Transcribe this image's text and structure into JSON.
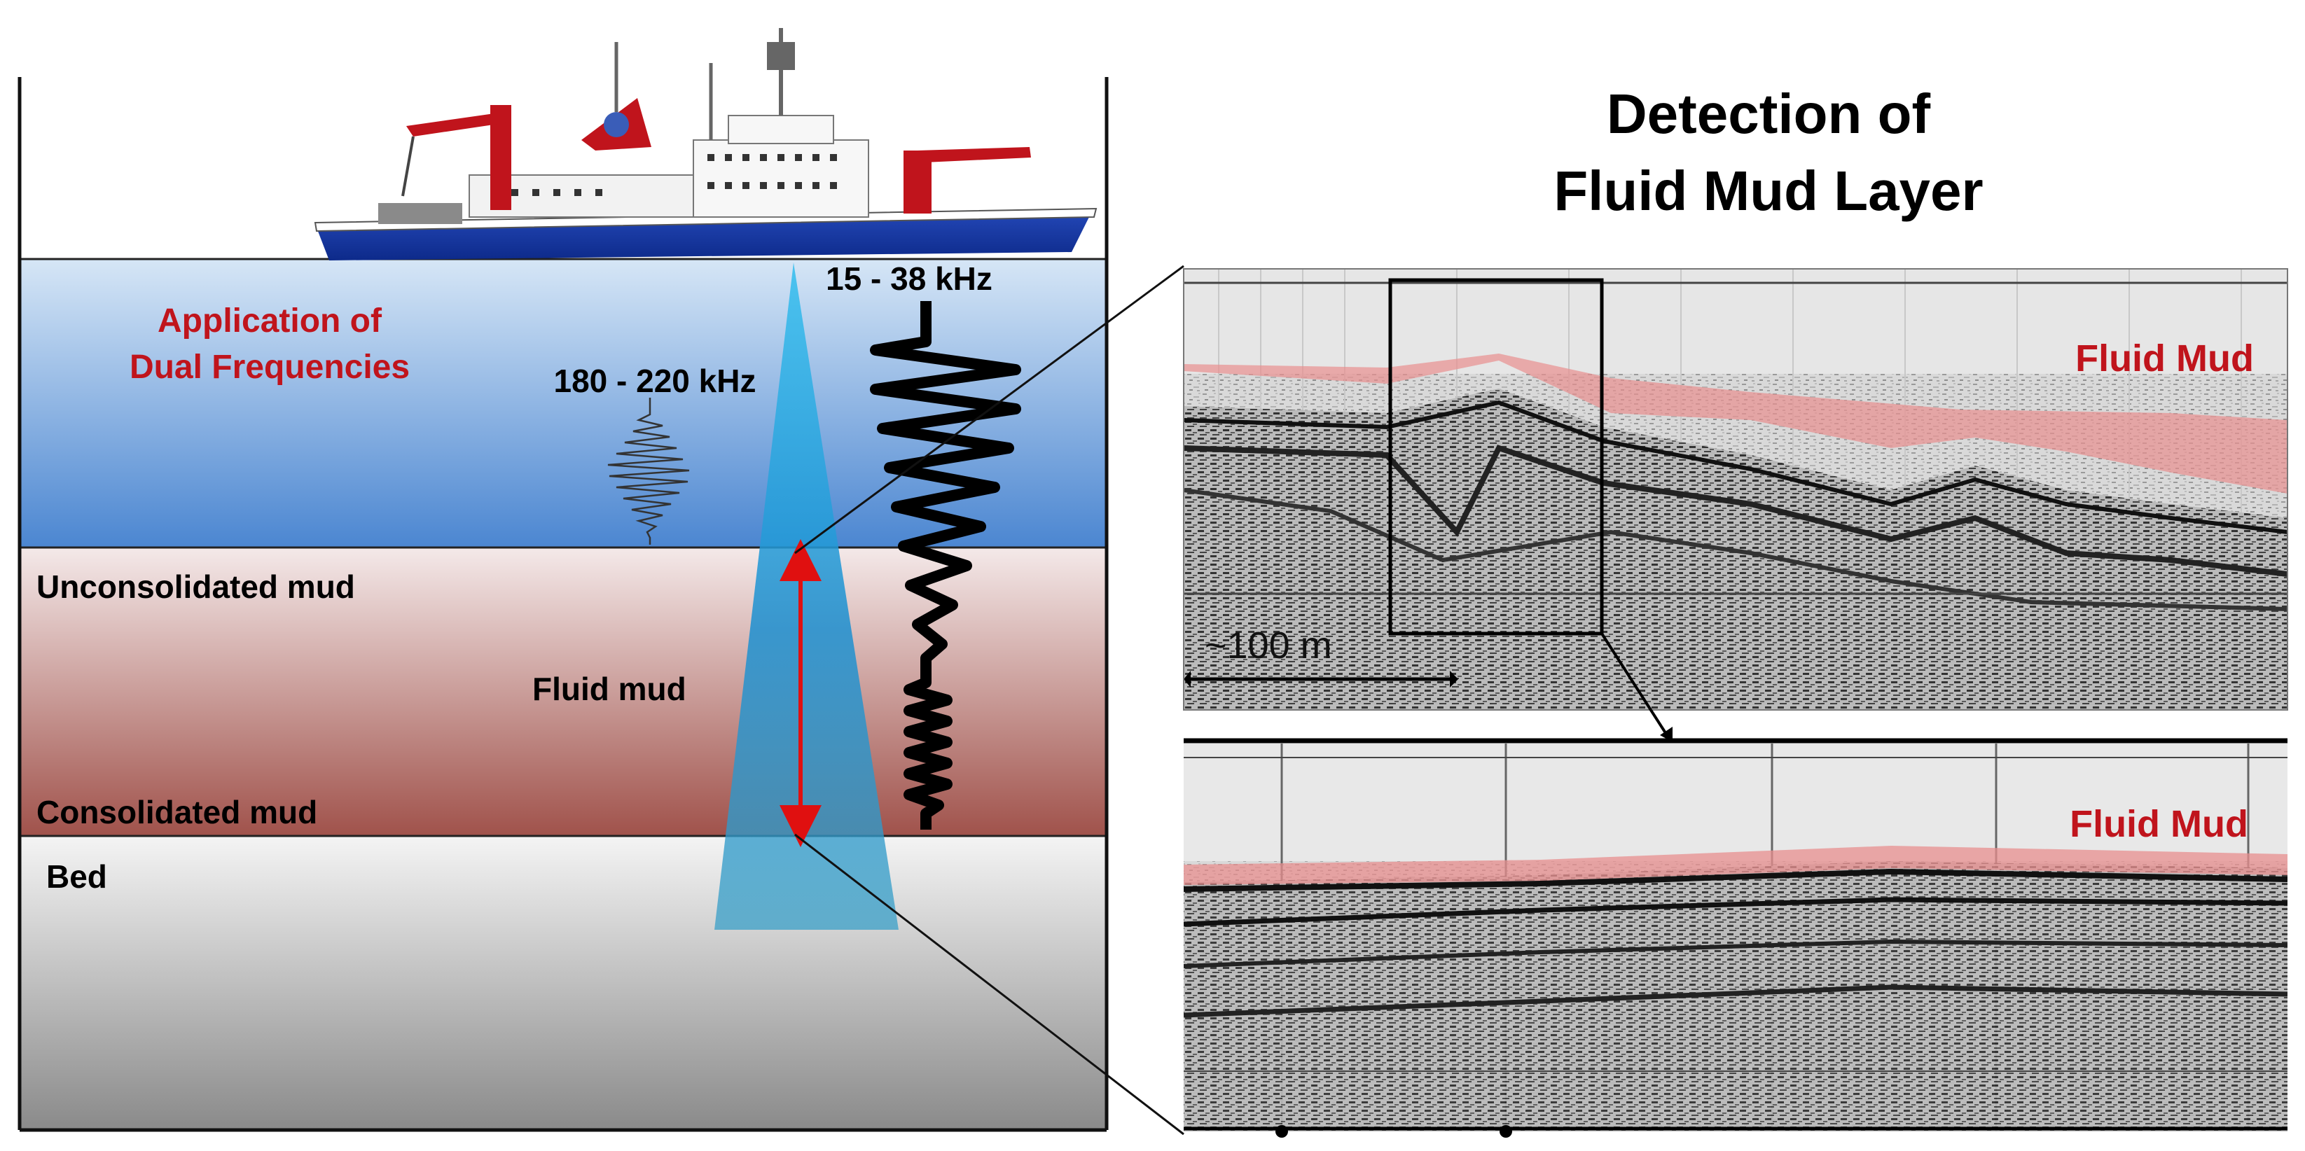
{
  "left_panel": {
    "heading_line1": "Application of",
    "heading_line2": "Dual Frequencies",
    "high_freq_label": "180 - 220 kHz",
    "low_freq_label": "15 - 38 kHz",
    "layer_unconsolidated": "Unconsolidated mud",
    "layer_fluid": "Fluid mud",
    "layer_consolidated": "Consolidated mud",
    "layer_bed": "Bed"
  },
  "right_panel": {
    "title_line1": "Detection of",
    "title_line2": "Fluid Mud Layer",
    "top_profile_label": "Fluid Mud",
    "bottom_profile_label": "Fluid Mud",
    "scale_label": "~100 m"
  },
  "colors": {
    "accent_red": "#c0141c",
    "water_top": "#d3e3f3",
    "water_bottom": "#4e88d2",
    "mud_top": "#f3e6e6",
    "mud_bottom": "#a3564f",
    "bed_top": "#f2f2f2",
    "bed_bottom": "#8c8c8c",
    "fluid_mud_overlay": "#e8a0a0",
    "beam": "#29a5dd"
  }
}
